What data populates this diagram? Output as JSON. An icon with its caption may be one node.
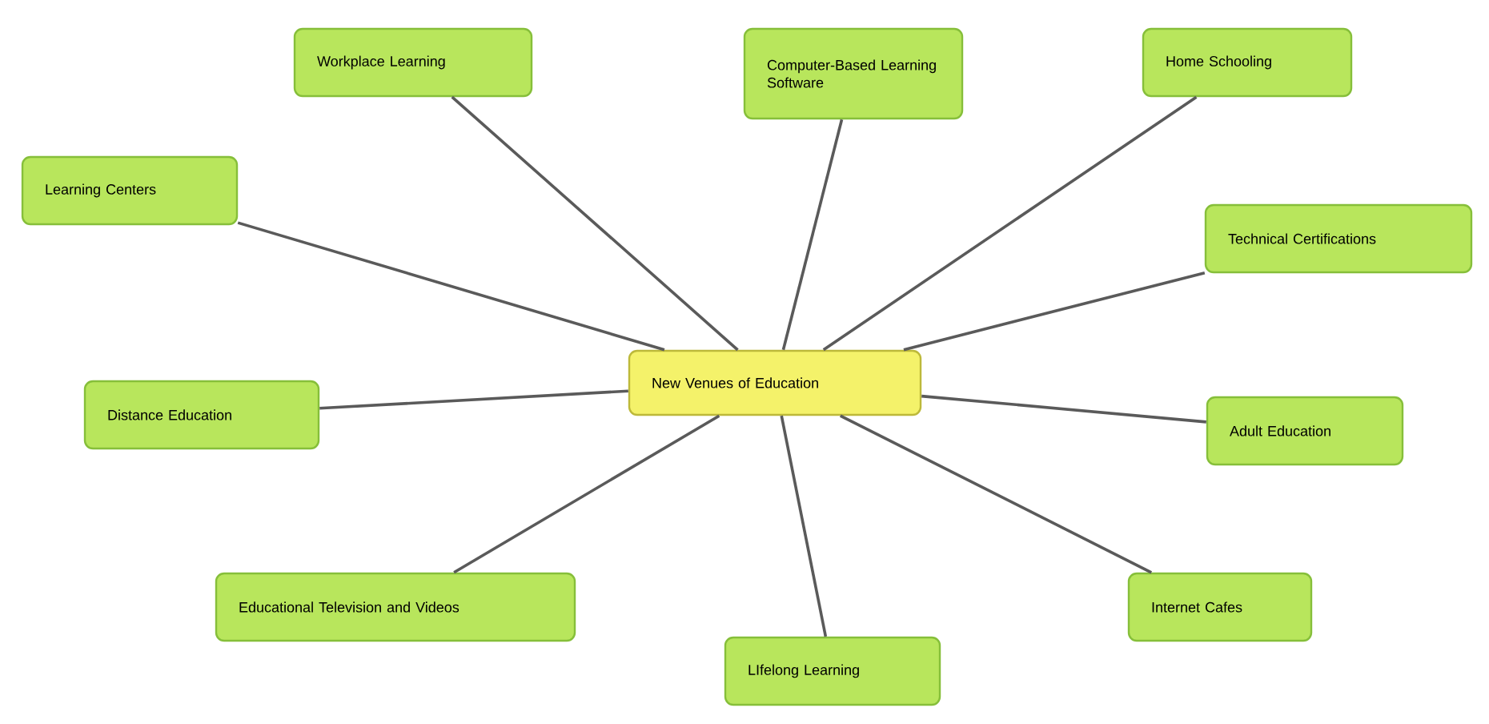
{
  "diagram": {
    "nodes": [
      {
        "text": [
          "New Venues of Education"
        ]
      },
      {
        "text": [
          "Workplace Learning"
        ]
      },
      {
        "text": [
          "Computer-Based Learning Software"
        ]
      },
      {
        "text": [
          "Home Schooling"
        ]
      },
      {
        "text": [
          "Learning Centers"
        ]
      },
      {
        "text": [
          "Technical Certifications"
        ]
      },
      {
        "text": [
          "Distance Education"
        ]
      },
      {
        "text": [
          "Adult Education"
        ]
      },
      {
        "text": [
          "Educational Television and Videos"
        ]
      },
      {
        "text": [
          "Internet Cafes"
        ]
      },
      {
        "text": [
          "LIfelong Learning"
        ]
      }
    ],
    "edges": [
      {
        "from": 0,
        "to": 1,
        "arrow": "none"
      },
      {
        "from": 0,
        "to": 2,
        "arrow": "none"
      },
      {
        "from": 0,
        "to": 3,
        "arrow": "none"
      },
      {
        "from": 0,
        "to": 4,
        "arrow": "none"
      },
      {
        "from": 0,
        "to": 5,
        "arrow": "none"
      },
      {
        "from": 0,
        "to": 6,
        "arrow": "none"
      },
      {
        "from": 0,
        "to": 7,
        "arrow": "none"
      },
      {
        "from": 0,
        "to": 8,
        "arrow": "none"
      },
      {
        "from": 0,
        "to": 9,
        "arrow": "none"
      },
      {
        "from": 0,
        "to": 10,
        "arrow": "none"
      }
    ]
  }
}
